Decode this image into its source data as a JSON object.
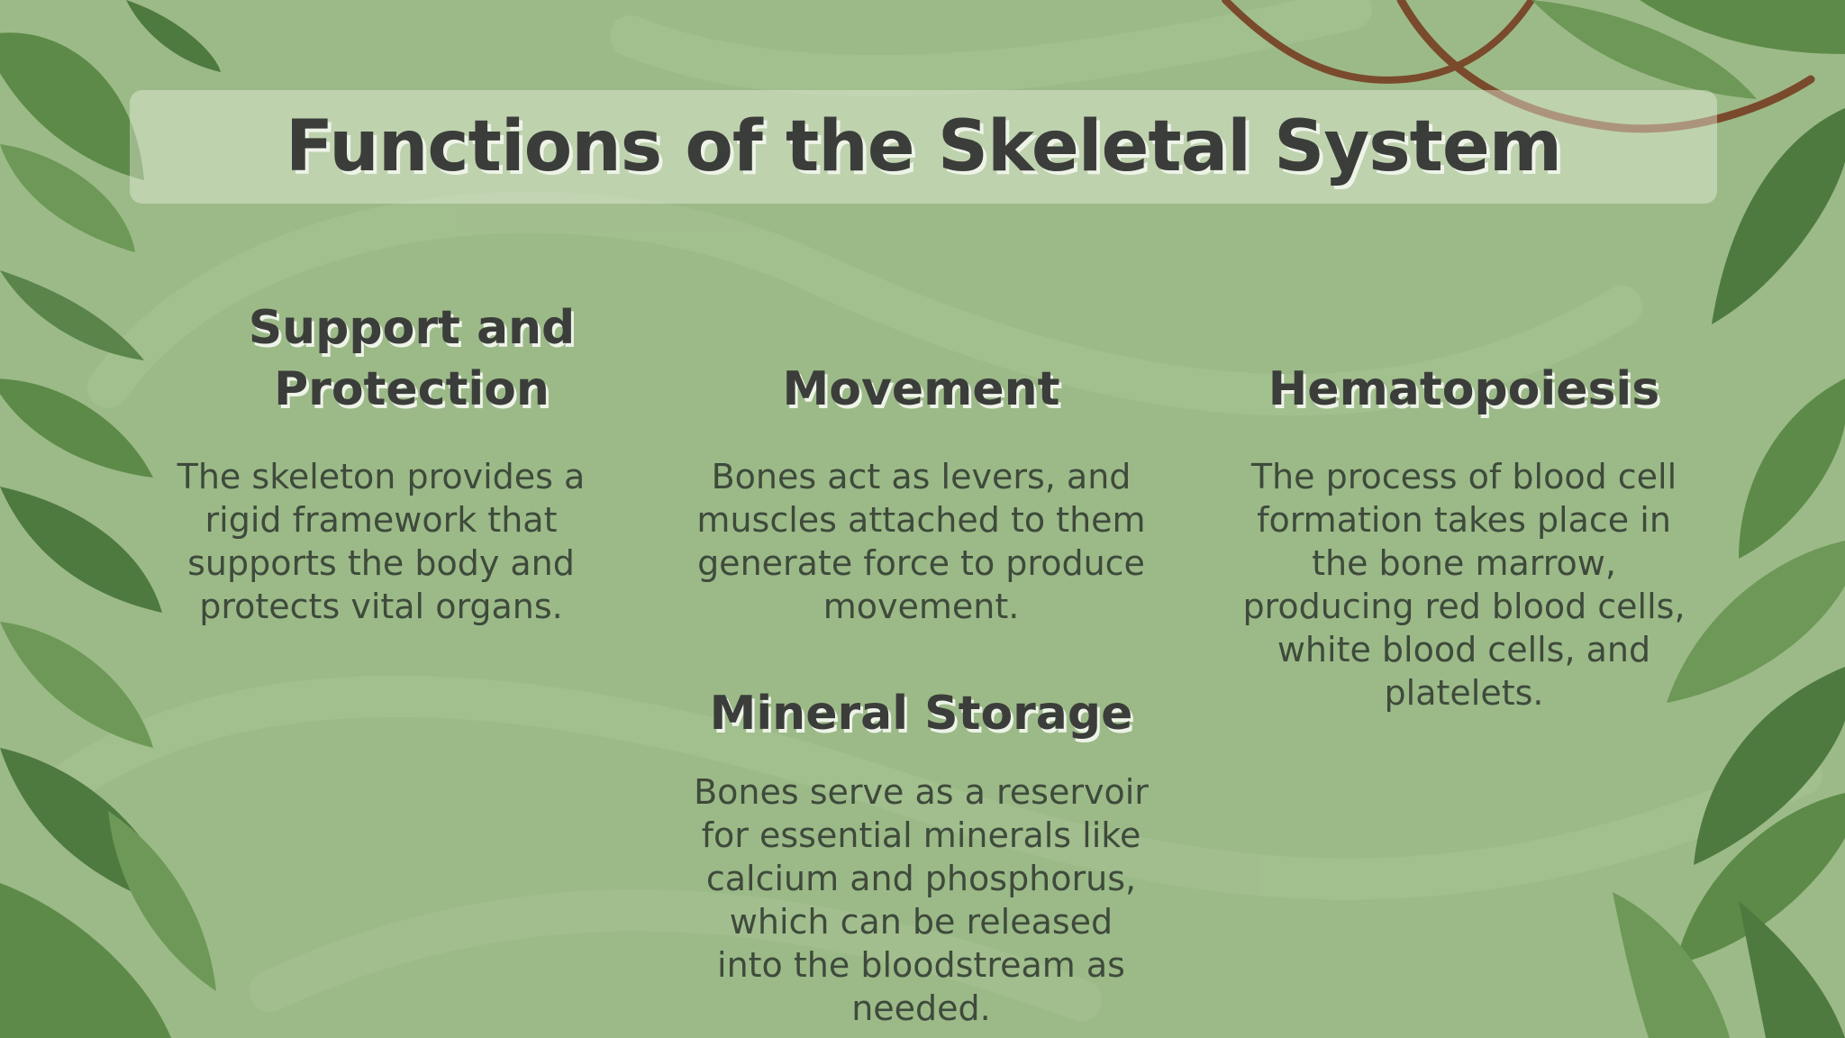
{
  "slide": {
    "title": "Functions of the Skeletal System",
    "sections": [
      {
        "heading": "Support and Protection",
        "text": "The skeleton provides a rigid framework that supports the body and protects vital organs."
      },
      {
        "heading": "Movement",
        "text": "Bones act as levers, and muscles attached to them generate force to produce movement."
      },
      {
        "heading": "Hematopoiesis",
        "text": "The process of blood cell formation takes place in the bone marrow, producing red blood cells, white blood cells, and platelets."
      },
      {
        "heading": "Mineral Storage",
        "text": "Bones serve as a reservoir for essential minerals like calcium and phosphorus, which can be released into the bloodstream as needed."
      }
    ]
  },
  "colors": {
    "background": "#9cba88",
    "leaf_dark": "#4f7a3f",
    "leaf_mid": "#6e9858",
    "leaf_light": "#a8c494",
    "vine": "#7a4a2c",
    "heading_text": "#3b3d3a",
    "body_text": "#3e4a3b"
  },
  "decorations": [
    "tropical-leaves",
    "brown-vine"
  ]
}
